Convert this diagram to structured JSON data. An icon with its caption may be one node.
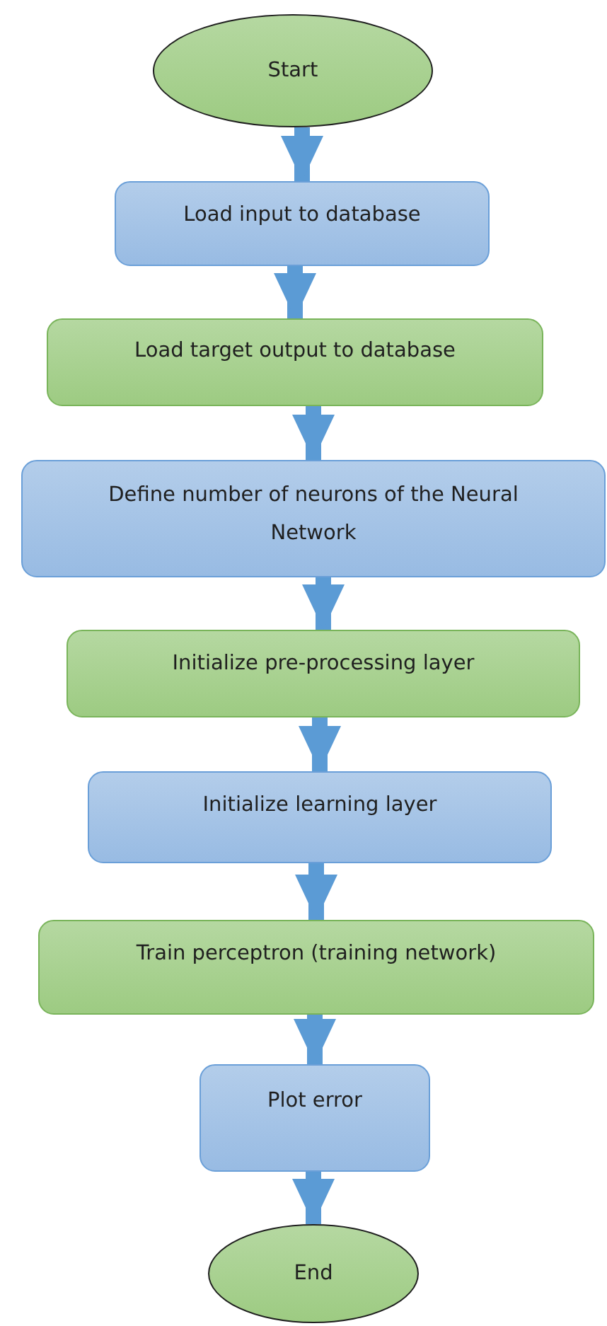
{
  "diagram": {
    "nodes": [
      {
        "text": [
          "Start"
        ]
      },
      {
        "text": [
          "Load input to database"
        ]
      },
      {
        "text": [
          "Load target output to database"
        ]
      },
      {
        "text": [
          "Define number of neurons of the Neural Network"
        ]
      },
      {
        "text": [
          "Initialize pre-processing layer"
        ]
      },
      {
        "text": [
          "Initialize learning layer"
        ]
      },
      {
        "text": [
          "Train perceptron (training network)"
        ]
      },
      {
        "text": [
          "Plot error"
        ]
      },
      {
        "text": [
          "End"
        ]
      }
    ],
    "edges": [
      {
        "from": 0,
        "to": 1,
        "arrow": "to"
      },
      {
        "from": 1,
        "to": 2,
        "arrow": "to"
      },
      {
        "from": 2,
        "to": 3,
        "arrow": "to"
      },
      {
        "from": 3,
        "to": 4,
        "arrow": "to"
      },
      {
        "from": 4,
        "to": 5,
        "arrow": "to"
      },
      {
        "from": 5,
        "to": 6,
        "arrow": "to"
      },
      {
        "from": 6,
        "to": 7,
        "arrow": "to"
      },
      {
        "from": 7,
        "to": 8,
        "arrow": "to"
      }
    ]
  }
}
